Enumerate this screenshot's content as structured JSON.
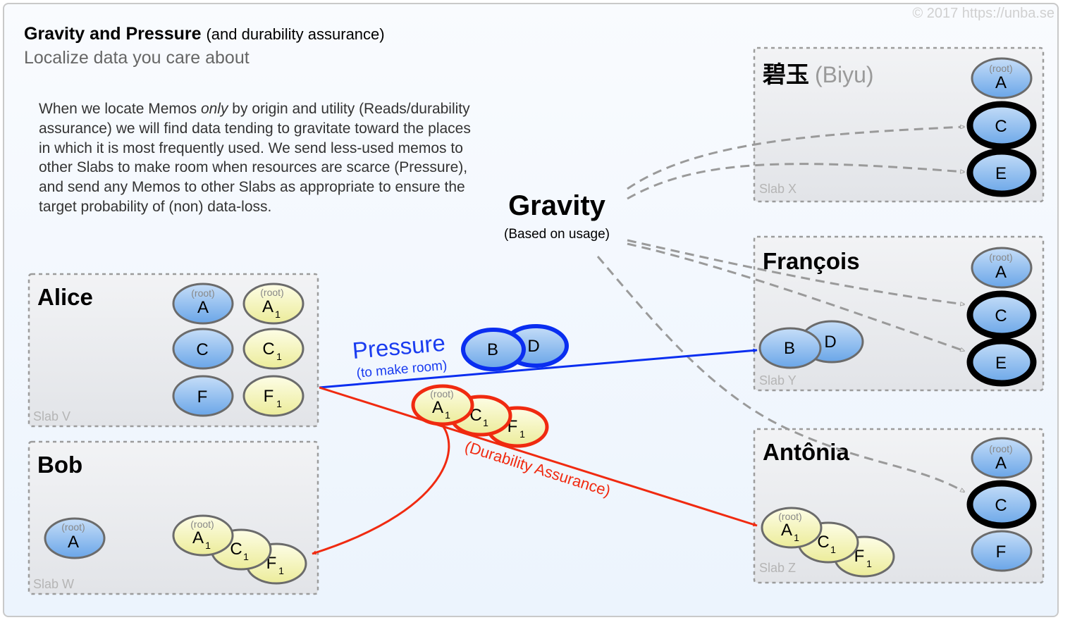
{
  "header": {
    "title": "Gravity and Pressure",
    "title_note": "(and durability assurance)",
    "subtitle": "Localize data you care about",
    "copyright": "© 2017  https://unba.se"
  },
  "description": {
    "part1": "When we locate Memos ",
    "emphasis": "only",
    "part2": " by origin and utility (Reads/durability assurance) we will find data tending to gravitate toward the places in which it is most frequently used. We send less-used memos to other Slabs to make room when resources are scarce (Pressure), and send any Memos to other Slabs as appropriate to ensure the target probability of (non) data-loss."
  },
  "gravity": {
    "label": "Gravity",
    "note": "(Based on usage)"
  },
  "pressure": {
    "label": "Pressure",
    "note": "(to make room)"
  },
  "durability": {
    "label": "(Durability Assurance)"
  },
  "root_tag": "(root)",
  "colors": {
    "memo_blue": "#79b2ec",
    "memo_yellow": "#f4f5b0",
    "pressure_arrow": "#0a2ef0",
    "durability_arrow": "#f02a10",
    "gravity_arrow": "#9a9a9a"
  },
  "slabs": [
    {
      "id": "alice",
      "owner": "Alice",
      "slab_label": "Slab V",
      "memos": [
        {
          "label": "A",
          "root": true,
          "color": "blue"
        },
        {
          "label": "A",
          "sub": "1",
          "root": true,
          "color": "yellow"
        },
        {
          "label": "C",
          "color": "blue"
        },
        {
          "label": "C",
          "sub": "1",
          "color": "yellow"
        },
        {
          "label": "F",
          "color": "blue"
        },
        {
          "label": "F",
          "sub": "1",
          "color": "yellow"
        }
      ]
    },
    {
      "id": "bob",
      "owner": "Bob",
      "slab_label": "Slab W",
      "memos": [
        {
          "label": "A",
          "root": true,
          "color": "blue"
        },
        {
          "label": "A",
          "sub": "1",
          "root": true,
          "color": "yellow"
        },
        {
          "label": "C",
          "sub": "1",
          "color": "yellow"
        },
        {
          "label": "F",
          "sub": "1",
          "color": "yellow"
        }
      ]
    },
    {
      "id": "biyu",
      "owner": "碧玉",
      "owner_latin": "(Biyu)",
      "slab_label": "Slab X",
      "memos": [
        {
          "label": "A",
          "root": true,
          "color": "blue"
        },
        {
          "label": "C",
          "color": "blue",
          "gravitated": true
        },
        {
          "label": "E",
          "color": "blue",
          "gravitated": true
        }
      ]
    },
    {
      "id": "francois",
      "owner": "François",
      "slab_label": "Slab Y",
      "memos": [
        {
          "label": "A",
          "root": true,
          "color": "blue"
        },
        {
          "label": "C",
          "color": "blue",
          "gravitated": true
        },
        {
          "label": "E",
          "color": "blue",
          "gravitated": true
        },
        {
          "label": "B",
          "color": "blue"
        },
        {
          "label": "D",
          "color": "blue"
        }
      ]
    },
    {
      "id": "antonia",
      "owner": "Antônia",
      "slab_label": "Slab Z",
      "memos": [
        {
          "label": "A",
          "root": true,
          "color": "blue"
        },
        {
          "label": "C",
          "color": "blue",
          "gravitated": true
        },
        {
          "label": "F",
          "color": "blue"
        },
        {
          "label": "A",
          "sub": "1",
          "root": true,
          "color": "yellow"
        },
        {
          "label": "C",
          "sub": "1",
          "color": "yellow"
        },
        {
          "label": "F",
          "sub": "1",
          "color": "yellow"
        }
      ]
    }
  ],
  "in_transit": {
    "pressure": [
      {
        "label": "B"
      },
      {
        "label": "D"
      }
    ],
    "durability": [
      {
        "label": "A",
        "sub": "1",
        "root": true
      },
      {
        "label": "C",
        "sub": "1"
      },
      {
        "label": "F",
        "sub": "1"
      }
    ]
  }
}
